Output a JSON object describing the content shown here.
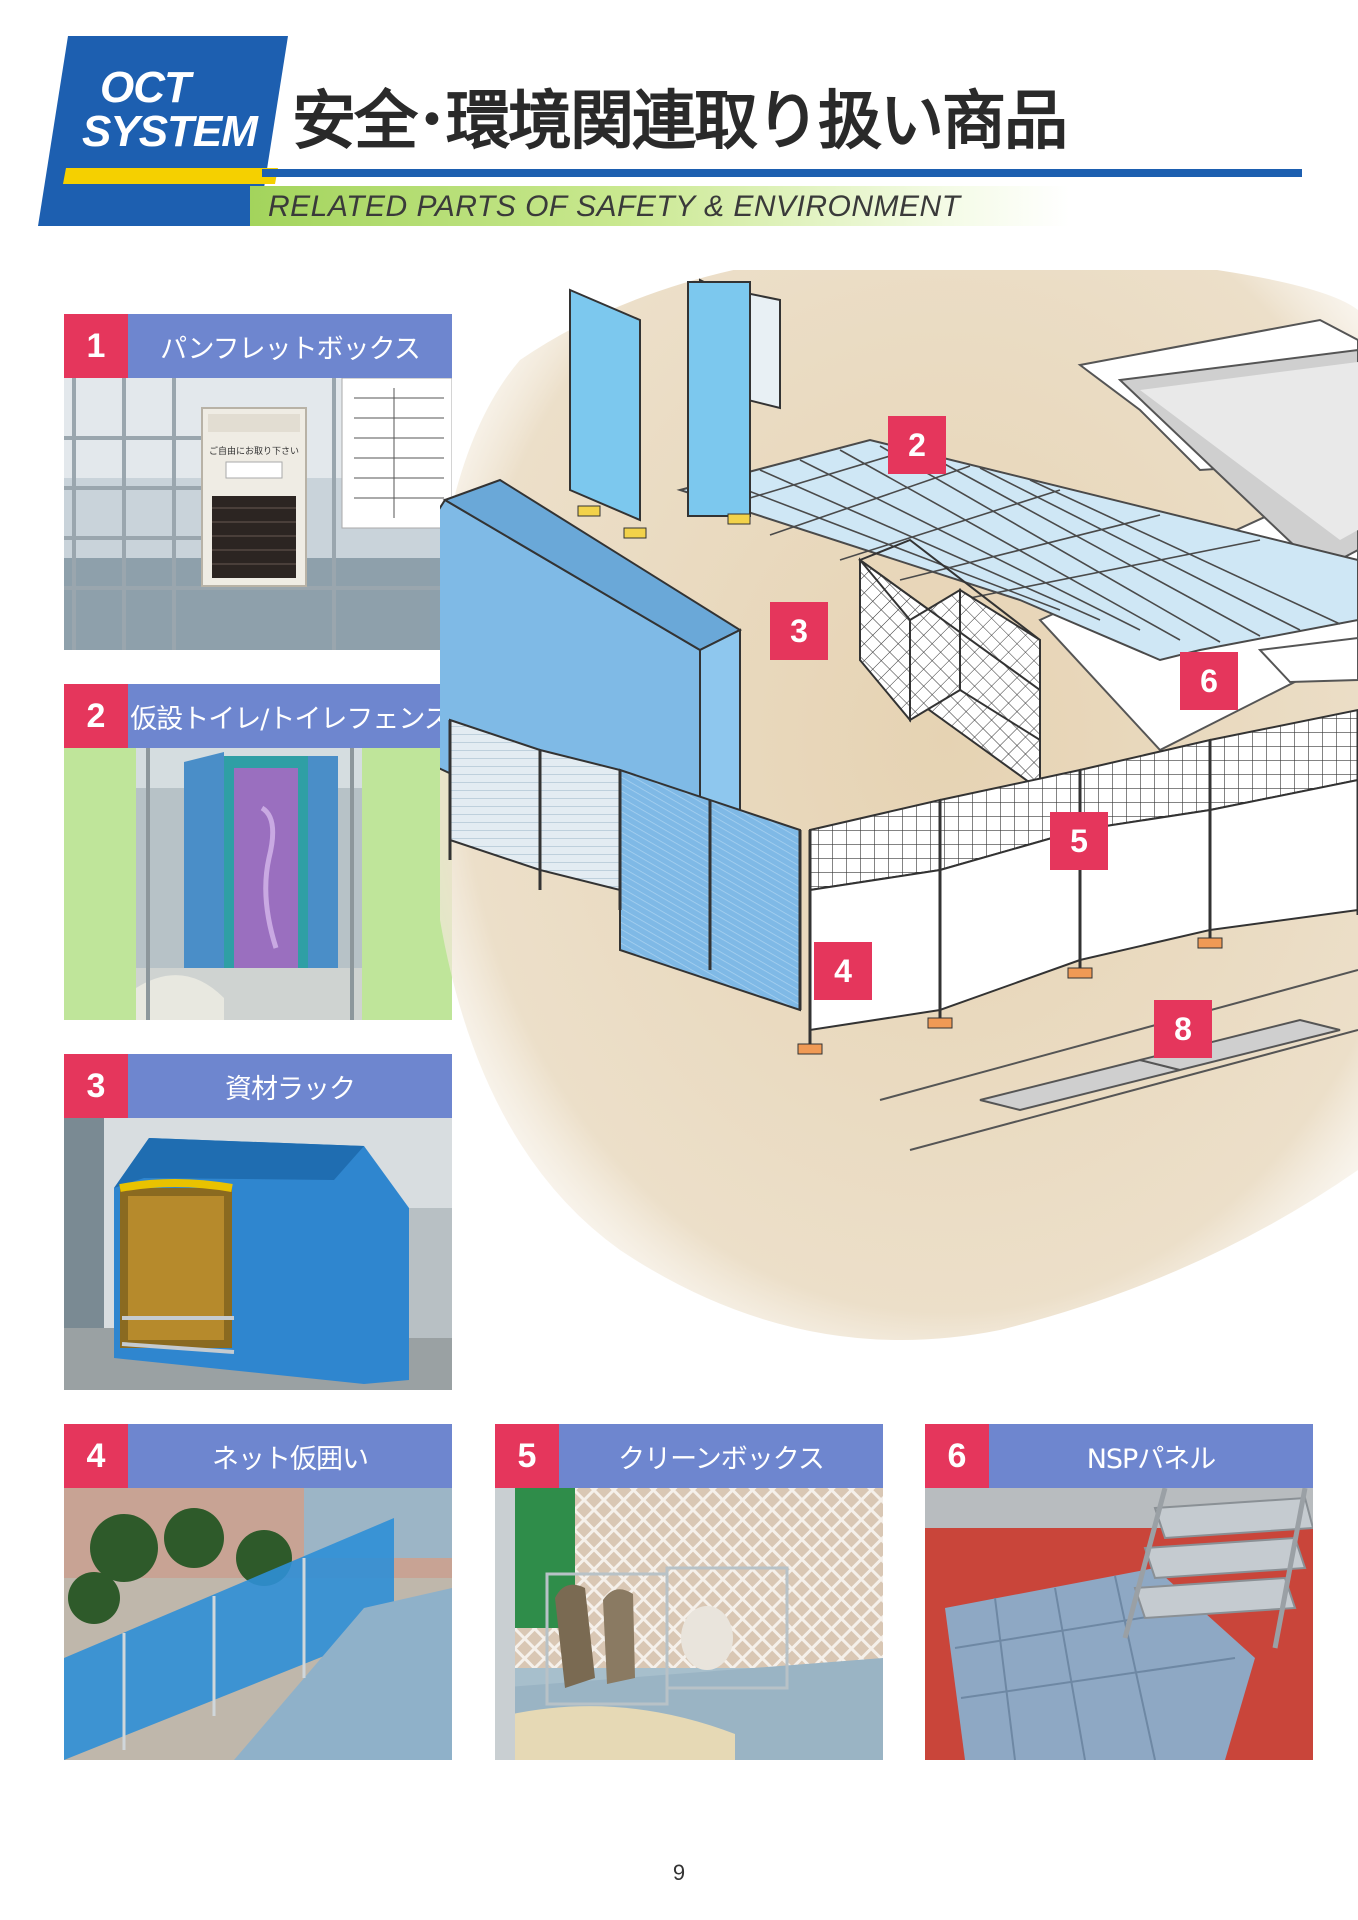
{
  "header": {
    "logo_line1": "OCT",
    "logo_line2": "SYSTEM",
    "title": "安全･環境関連取り扱い商品",
    "subtitle": "RELATED PARTS OF SAFETY & ENVIRONMENT"
  },
  "products": [
    {
      "num": "1",
      "name": "パンフレットボックス"
    },
    {
      "num": "2",
      "name": "仮設トイレ/トイレフェンス"
    },
    {
      "num": "3",
      "name": "資材ラック"
    },
    {
      "num": "4",
      "name": "ネット仮囲い"
    },
    {
      "num": "5",
      "name": "クリーンボックス"
    },
    {
      "num": "6",
      "name": "NSPパネル"
    }
  ],
  "illustration_tags": [
    "2",
    "3",
    "6",
    "5",
    "4",
    "8"
  ],
  "photo_text": {
    "box_label": "ご自由にお取り下さい"
  },
  "page_number": "9",
  "colors": {
    "accent_red": "#e5365c",
    "header_blue": "#1d5fb0",
    "card_blue": "#6e86cf",
    "green_band": "#a3d45c"
  }
}
